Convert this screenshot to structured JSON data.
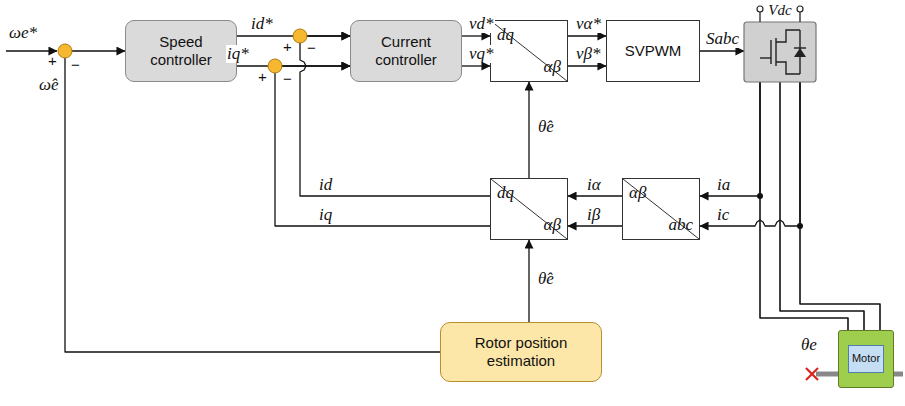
{
  "diagram": {
    "nodes": [
      {
        "text": [
          "Speed controller"
        ]
      },
      {
        "text": [
          "Current controller"
        ]
      },
      {
        "text": [
          "dq",
          "αβ"
        ]
      },
      {
        "text": [
          "SVPWM"
        ]
      },
      {
        "text": [
          "Vdc"
        ]
      },
      {
        "text": [
          "dq",
          "αβ"
        ]
      },
      {
        "text": [
          "αβ",
          "abc"
        ]
      },
      {
        "text": [
          "Rotor position estimation"
        ]
      },
      {
        "text": [
          "Motor"
        ]
      }
    ],
    "edges": [
      {
        "from": 0,
        "to": 1,
        "arrow": "to",
        "label": "id*"
      },
      {
        "from": 0,
        "to": 1,
        "arrow": "to",
        "label": "iq*"
      },
      {
        "from": 1,
        "to": 2,
        "arrow": "to",
        "label": "vd*"
      },
      {
        "from": 1,
        "to": 2,
        "arrow": "to",
        "label": "vq*"
      },
      {
        "from": 2,
        "to": 3,
        "arrow": "to",
        "label": "vα*"
      },
      {
        "from": 2,
        "to": 3,
        "arrow": "to",
        "label": "vβ*"
      },
      {
        "from": 3,
        "to": 4,
        "arrow": "to",
        "label": "Sabc"
      },
      {
        "from": 4,
        "to": 8,
        "arrow": "none"
      },
      {
        "from": 4,
        "to": 8,
        "arrow": "none"
      },
      {
        "from": 4,
        "to": 8,
        "arrow": "none"
      },
      {
        "from": 4,
        "to": 6,
        "arrow": "to",
        "label": "ia"
      },
      {
        "from": 4,
        "to": 6,
        "arrow": "to",
        "label": "ic"
      },
      {
        "from": 6,
        "to": 5,
        "arrow": "to",
        "label": "iα"
      },
      {
        "from": 6,
        "to": 5,
        "arrow": "to",
        "label": "iβ"
      },
      {
        "from": 5,
        "to": 1,
        "arrow": "to",
        "label": "id"
      },
      {
        "from": 5,
        "to": 1,
        "arrow": "to",
        "label": "iq"
      },
      {
        "from": 7,
        "to": 5,
        "arrow": "to",
        "label": "θ̂e"
      },
      {
        "from": 5,
        "to": 2,
        "arrow": "to",
        "label": "θ̂e"
      },
      {
        "from": 7,
        "to": 0,
        "arrow": "to",
        "label": "ω̂e"
      }
    ],
    "labels": [
      "ωe*",
      "+",
      "−",
      "+",
      "−",
      "+",
      "−",
      "θe"
    ]
  }
}
